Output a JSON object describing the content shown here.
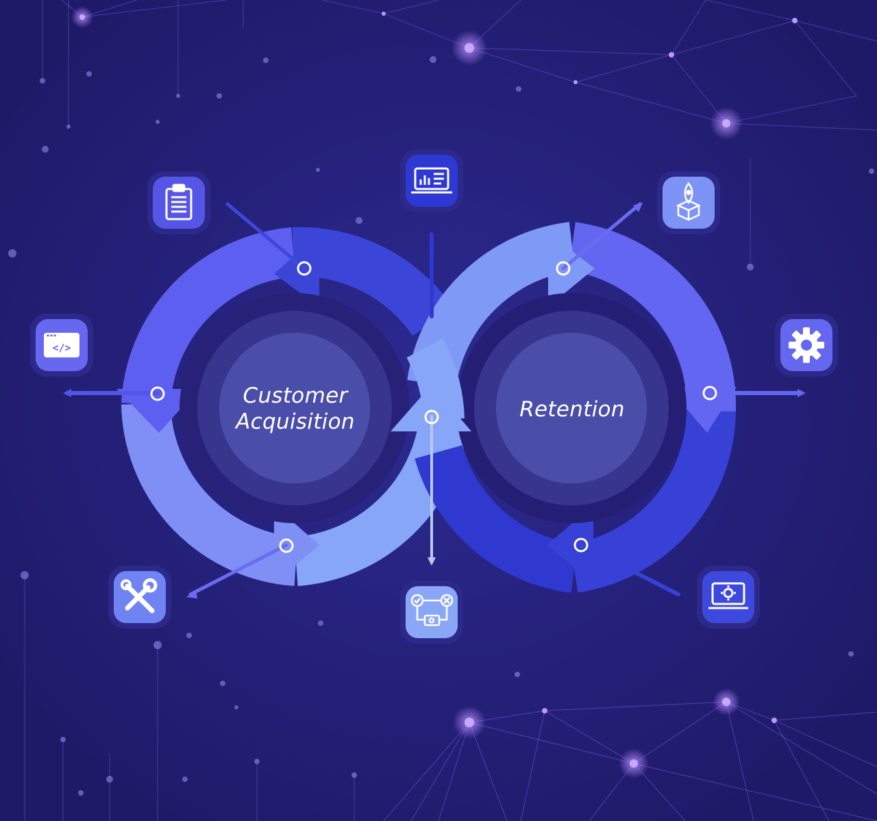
{
  "diagram": {
    "left_loop": {
      "label_line1": "Customer",
      "label_line2": "Acquisition"
    },
    "right_loop": {
      "label": "Retention"
    },
    "nodes": [
      {
        "id": "plan",
        "icon": "clipboard-icon"
      },
      {
        "id": "analytics",
        "icon": "laptop-analytics-icon"
      },
      {
        "id": "launch",
        "icon": "rocket-box-icon"
      },
      {
        "id": "code",
        "icon": "code-window-icon"
      },
      {
        "id": "operate",
        "icon": "gear-icon"
      },
      {
        "id": "build",
        "icon": "tools-icon"
      },
      {
        "id": "test",
        "icon": "workflow-check-icon"
      },
      {
        "id": "monitor",
        "icon": "laptop-gear-icon"
      }
    ]
  },
  "colors": {
    "background": "#25207a",
    "accent_dark": "#3a45d8",
    "accent_mid": "#6a6cf0",
    "accent_light": "#86a4f7",
    "core": "#4b4fa8"
  }
}
